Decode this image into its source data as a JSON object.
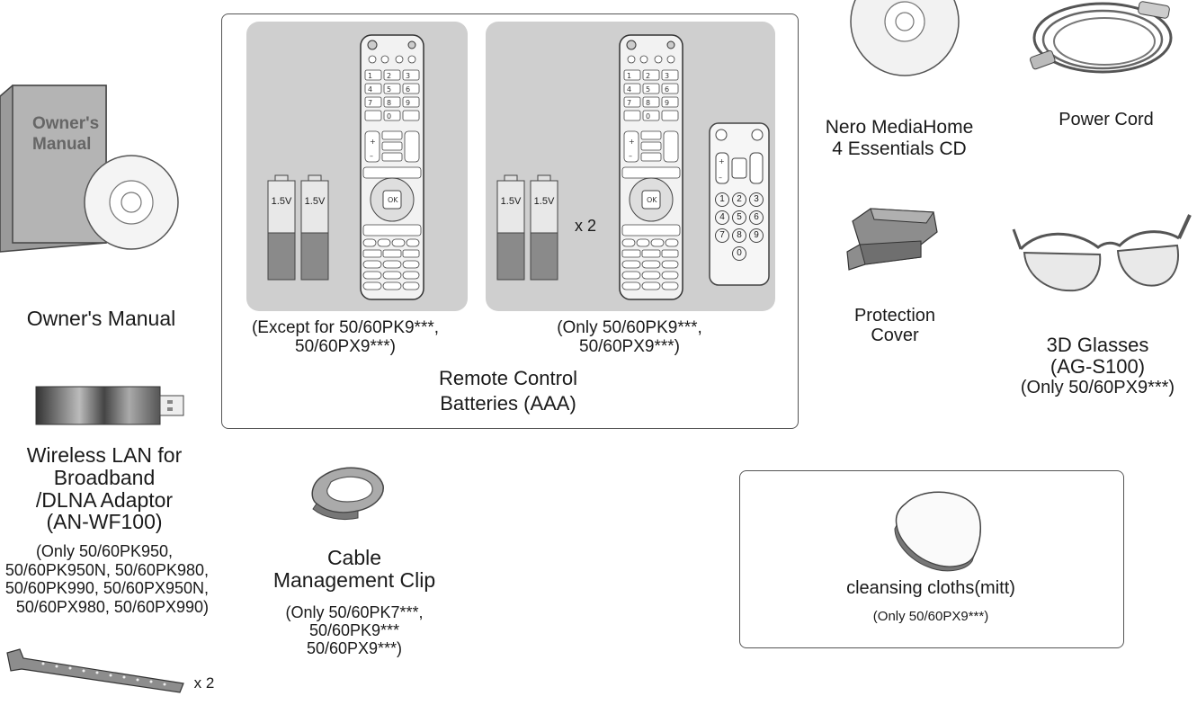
{
  "items": {
    "owners_manual": {
      "cover_text": [
        "Owner's",
        "Manual"
      ],
      "label": "Owner's Manual"
    },
    "remote_box": {
      "left_note": [
        "(Except for 50/60PK9***,",
        "50/60PX9***)"
      ],
      "right_note": [
        "(Only 50/60PK9***,",
        "50/60PX9***)"
      ],
      "title": [
        "Remote Control",
        "Batteries (AAA)"
      ],
      "battery_label": "1.5V",
      "multiplier": "x 2",
      "small_remote_keys": [
        "1",
        "2",
        "3",
        "4",
        "5",
        "6",
        "7",
        "8",
        "9",
        "0"
      ]
    },
    "nero_cd": {
      "label": [
        "Nero MediaHome",
        "4 Essentials CD"
      ]
    },
    "power_cord": {
      "label": "Power Cord"
    },
    "protection_cover": {
      "label": [
        "Protection",
        "Cover"
      ]
    },
    "glasses_3d": {
      "label": [
        "3D Glasses",
        "(AG-S100)",
        "(Only 50/60PX9***)"
      ]
    },
    "wireless_lan": {
      "label": [
        "Wireless LAN for",
        "Broadband",
        "/DLNA Adaptor",
        "(AN-WF100)"
      ],
      "note": [
        "(Only 50/60PK950,",
        "50/60PK950N, 50/60PK980,",
        "50/60PK990, 50/60PX950N,",
        "50/60PX980, 50/60PX990)"
      ]
    },
    "cable_clip": {
      "label": [
        "Cable",
        "Management Clip"
      ],
      "note": [
        "(Only 50/60PK7***,",
        "50/60PK9***",
        "50/60PX9***)"
      ]
    },
    "cleansing": {
      "label": "cleansing cloths(mitt)",
      "note": "(Only 50/60PX9***)"
    },
    "bracket": {
      "multiplier": "x 2"
    }
  }
}
